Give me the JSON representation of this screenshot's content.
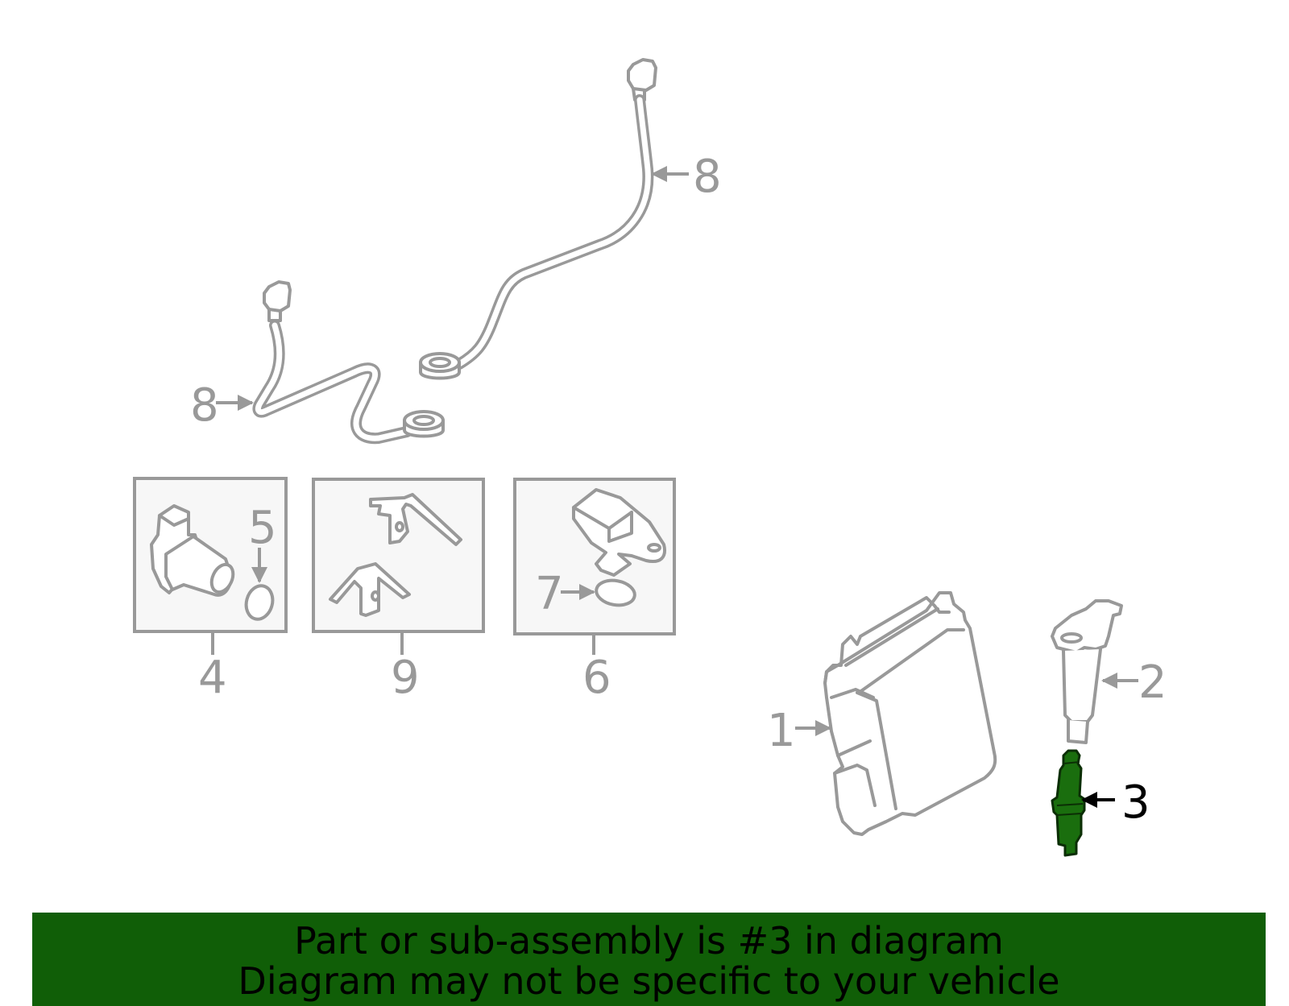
{
  "diagram": {
    "callouts": {
      "c1": "1",
      "c2": "2",
      "c3": "3",
      "c4": "4",
      "c5": "5",
      "c6": "6",
      "c7": "7",
      "c8_top": "8",
      "c8_left": "8",
      "c9": "9"
    },
    "highlighted_part": "3",
    "colors": {
      "line": "#999999",
      "highlight_fill": "#1a6e0e",
      "highlight_label": "#000000",
      "banner": "#105e07"
    }
  },
  "footer": {
    "line1": "Part or sub-assembly is #3 in diagram",
    "line2": "Diagram may not be specific to your vehicle"
  }
}
